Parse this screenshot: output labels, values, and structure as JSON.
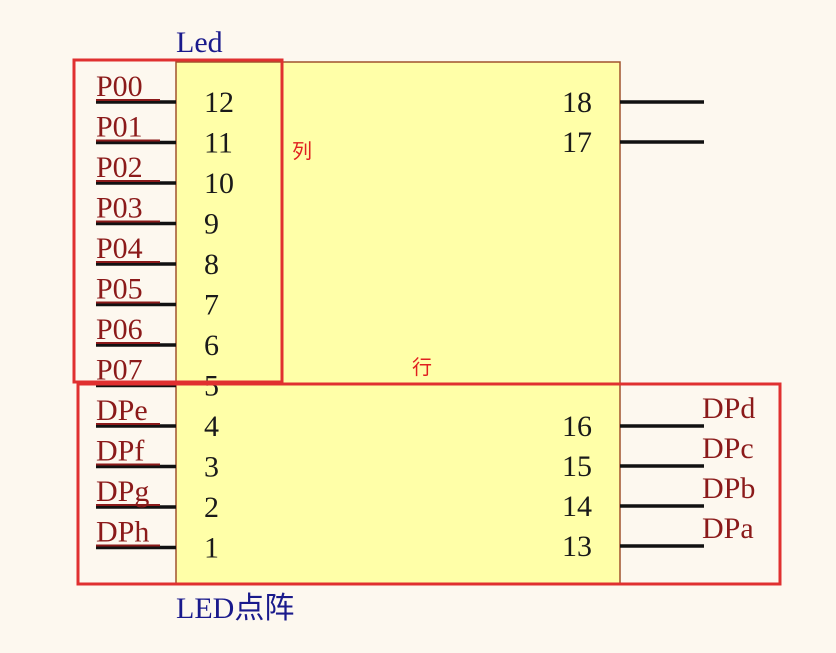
{
  "component": {
    "designator": "Led",
    "comment": "LED点阵",
    "body_color": "#ffffa8",
    "body_border": "#a0522d"
  },
  "annotations": {
    "columns": "列",
    "rows": "行",
    "highlight_color": "#e03030"
  },
  "left_pins": [
    {
      "pin": "12",
      "net": "P00"
    },
    {
      "pin": "11",
      "net": "P01"
    },
    {
      "pin": "10",
      "net": "P02"
    },
    {
      "pin": "9",
      "net": "P03"
    },
    {
      "pin": "8",
      "net": "P04"
    },
    {
      "pin": "7",
      "net": "P05"
    },
    {
      "pin": "6",
      "net": "P06"
    },
    {
      "pin": "5",
      "net": "P07"
    },
    {
      "pin": "4",
      "net": "DPe"
    },
    {
      "pin": "3",
      "net": "DPf"
    },
    {
      "pin": "2",
      "net": "DPg"
    },
    {
      "pin": "1",
      "net": "DPh"
    }
  ],
  "right_pins": [
    {
      "pin": "18",
      "net": ""
    },
    {
      "pin": "17",
      "net": ""
    },
    {
      "pin": "16",
      "net": "DPd"
    },
    {
      "pin": "15",
      "net": "DPc"
    },
    {
      "pin": "14",
      "net": "DPb"
    },
    {
      "pin": "13",
      "net": "DPa"
    }
  ]
}
